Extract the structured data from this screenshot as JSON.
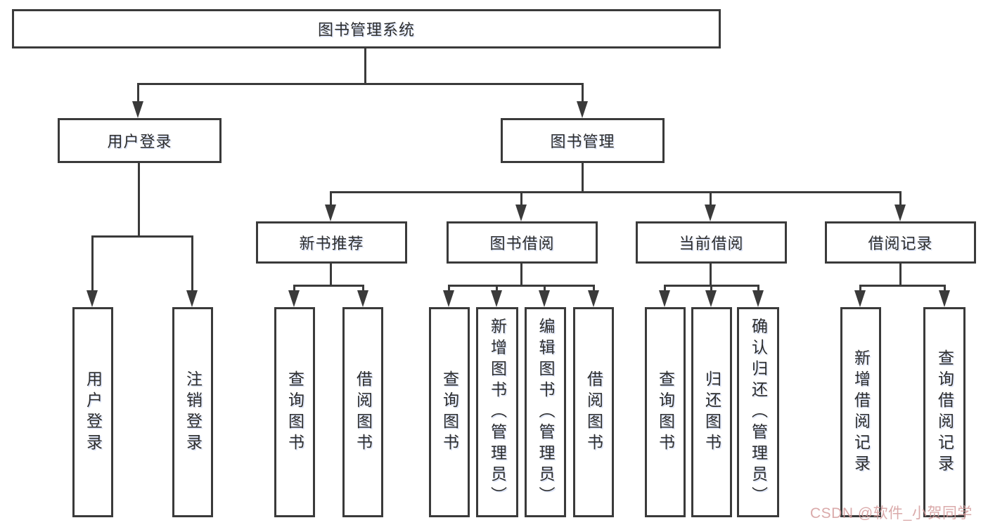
{
  "diagram": {
    "root": {
      "label": "图书管理系统"
    },
    "level2": [
      {
        "id": "user-login",
        "label": "用户登录"
      },
      {
        "id": "book-management",
        "label": "图书管理"
      }
    ],
    "level3": [
      {
        "id": "new-book-recommend",
        "label": "新书推荐"
      },
      {
        "id": "book-borrow",
        "label": "图书借阅"
      },
      {
        "id": "current-borrow",
        "label": "当前借阅"
      },
      {
        "id": "borrow-records",
        "label": "借阅记录"
      }
    ],
    "leaves": {
      "user_login": [
        "用户登录",
        "注销登录"
      ],
      "new_book": [
        "查询图书",
        "借阅图书"
      ],
      "book_borrow": [
        "查询图书",
        "新增图书（管理员）",
        "编辑图书（管理员）",
        "借阅图书"
      ],
      "current_borrow": [
        "查询图书",
        "归还图书",
        "确认归还（管理员）"
      ],
      "borrow_records": [
        "新增借阅记录",
        "查询借阅记录"
      ]
    }
  },
  "watermark": {
    "text": "CSDN @软件_小贺同学",
    "color": "#D49C9C"
  },
  "colors": {
    "line": "#3A3A3A",
    "text": "#2D2D2D",
    "background": "#FFFFFF"
  }
}
